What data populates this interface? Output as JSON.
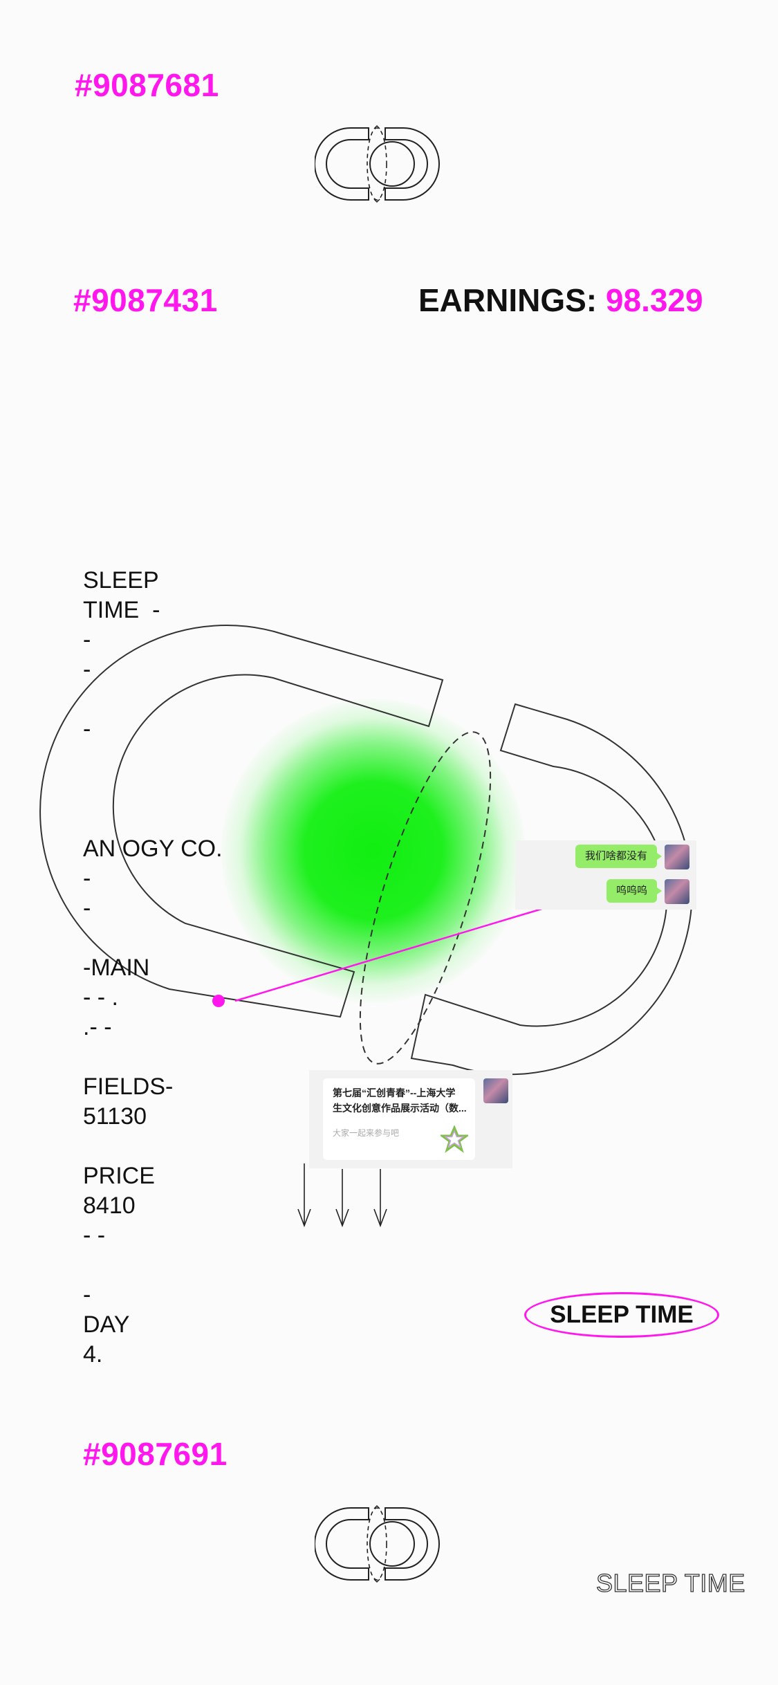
{
  "codes": {
    "top": "#9087681",
    "upper": "#9087431",
    "bottom": "#9087691"
  },
  "earnings": {
    "label": "EARNINGS:",
    "value": "98.329"
  },
  "side_text": {
    "block1": "SLEEP\nTIME  -\n-\n-\n\n-",
    "block2": "AN OGY CO.\n-\n-\n\n-MAIN\n- - .\n.- -\n\nFIELDS-\n51130\n\nPRICE\n8410\n- -\n\n-\nDAY\n4."
  },
  "chat": {
    "messages": [
      {
        "text": "我们啥都没有"
      },
      {
        "text": "呜呜呜"
      }
    ]
  },
  "share_card": {
    "title_line1": "第七届“汇创青春”--上海大学",
    "title_line2": "生文化创意作品展示活动（数...",
    "subtitle": "大家一起来参与吧"
  },
  "sleep_button": {
    "label": "SLEEP TIME"
  },
  "footer": {
    "outline_label": "SLEEP TIME"
  },
  "colors": {
    "accent": "#ff17ee",
    "glow": "#11ee11",
    "bubble": "#95ec69"
  },
  "icons": [
    "logo-icon",
    "arrow-down-icon",
    "star-icon",
    "avatar-icon"
  ]
}
